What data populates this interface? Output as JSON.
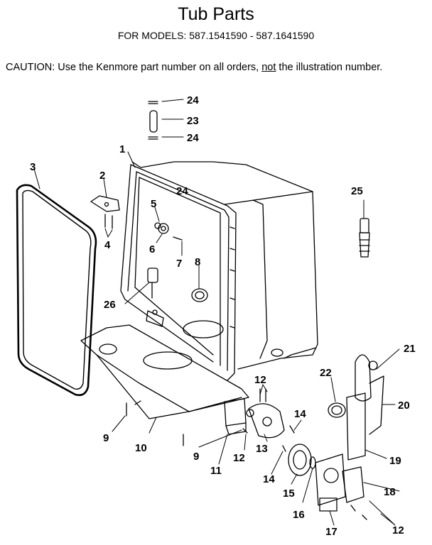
{
  "header": {
    "title": "Tub Parts",
    "models": "FOR MODELS:  587.1541590  -  587.1641590",
    "caution_prefix": "CAUTION:  Use the Kenmore part number on all orders, ",
    "caution_underlined": "not",
    "caution_suffix": " the illustration number."
  },
  "callouts": {
    "c1": "1",
    "c2": "2",
    "c3": "3",
    "c4": "4",
    "c5": "5",
    "c6": "6",
    "c7": "7",
    "c8": "8",
    "c9a": "9",
    "c9b": "9",
    "c10": "10",
    "c11": "11",
    "c12a": "12",
    "c12b": "12",
    "c12c": "12",
    "c13": "13",
    "c14a": "14",
    "c14b": "14",
    "c15": "15",
    "c16": "16",
    "c17": "17",
    "c18": "18",
    "c19": "19",
    "c20": "20",
    "c21": "21",
    "c22": "22",
    "c23": "23",
    "c24a": "24",
    "c24b": "24",
    "c24c": "24",
    "c25": "25",
    "c26": "26"
  }
}
